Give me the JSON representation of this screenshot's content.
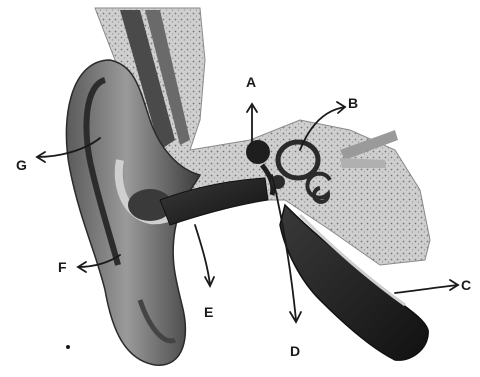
{
  "labels": {
    "a": "A",
    "b": "B",
    "c": "C",
    "d": "D",
    "e": "E",
    "f": "F",
    "g": "G"
  },
  "colors": {
    "ink": "#1a1a1a",
    "dark": "#2a2a2a",
    "mid": "#7a7a7a",
    "light": "#bdbdbd",
    "pale": "#dcdcdc"
  }
}
